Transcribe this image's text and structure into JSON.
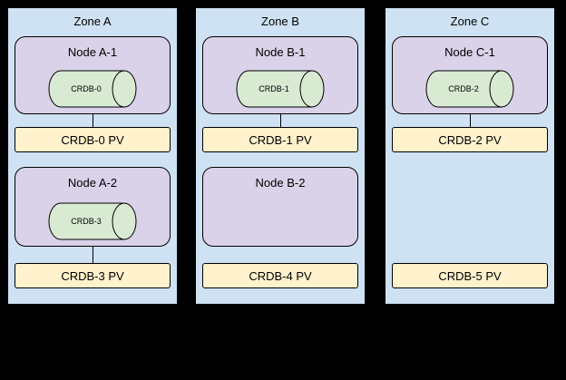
{
  "colors": {
    "background": "#000000",
    "zone_fill": "#cfe2f3",
    "node_fill": "#d9d2e9",
    "pod_fill": "#d9ead3",
    "pv_fill": "#fff2cc",
    "border": "#000000"
  },
  "zones": [
    {
      "title": "Zone A",
      "node1": {
        "title": "Node A-1",
        "pod": "CRDB-0"
      },
      "pv1": "CRDB-0 PV",
      "node2": {
        "title": "Node A-2",
        "pod": "CRDB-3"
      },
      "pv2": "CRDB-3 PV"
    },
    {
      "title": "Zone B",
      "node1": {
        "title": "Node B-1",
        "pod": "CRDB-1"
      },
      "pv1": "CRDB-1 PV",
      "node2": {
        "title": "Node B-2"
      },
      "pv2": "CRDB-4 PV"
    },
    {
      "title": "Zone C",
      "node1": {
        "title": "Node C-1",
        "pod": "CRDB-2"
      },
      "pv1": "CRDB-2 PV",
      "pv2": "CRDB-5 PV"
    }
  ]
}
